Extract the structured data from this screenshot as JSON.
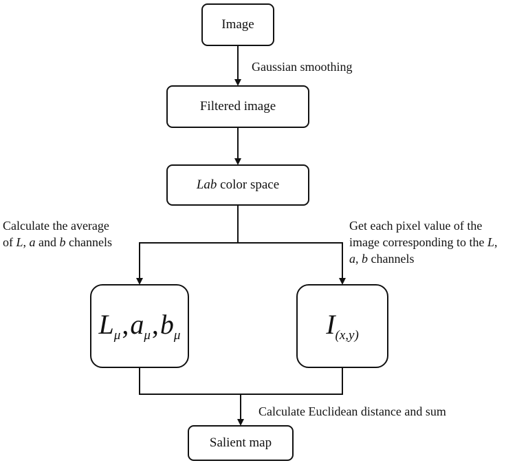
{
  "nodes": {
    "image": "Image",
    "filtered": "Filtered image",
    "lab": {
      "italic": "Lab",
      "rest": " color space"
    },
    "means": {
      "L": "L",
      "a": "a",
      "b": "b",
      "mu": "μ",
      "sep": ","
    },
    "pixel": {
      "symbol": "I",
      "sub": "(x,y)"
    },
    "salient": "Salient map"
  },
  "edges": {
    "gaussian": "Gaussian smoothing",
    "average": {
      "line1": "Calculate the average",
      "of": "of ",
      "L": "L",
      "c1": ", ",
      "a": "a",
      "and": " and ",
      "b": "b",
      "channels": " channels"
    },
    "pixel_value": {
      "line1": "Get each pixel value of the",
      "line2_pre": "image corresponding to the ",
      "L": "L",
      "c": ",",
      "a": "a",
      "line3_post": ", ",
      "b": "b",
      "channels": " channels"
    },
    "euclid": "Calculate Euclidean distance and sum"
  }
}
